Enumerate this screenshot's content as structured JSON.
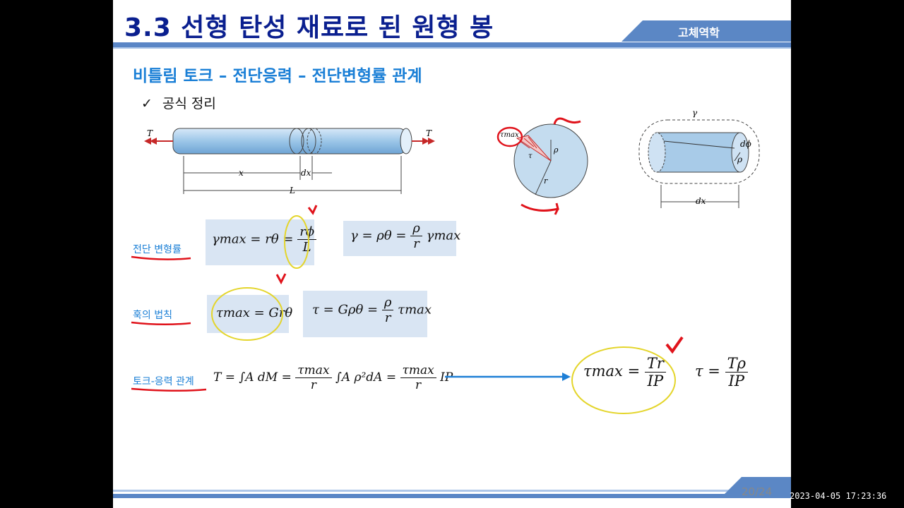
{
  "slide": {
    "title": "3.3 선형 탄성 재료로 된 원형 봉",
    "tag": "고체역학",
    "subtitle": "비틀림 토크 – 전단응력 – 전단변형률 관계",
    "bullet_check": "✓",
    "bullet": "공식 정리",
    "page": "20/24"
  },
  "figure_bar": {
    "T_left": "T",
    "T_right": "T",
    "x": "x",
    "dx": "dx",
    "L": "L"
  },
  "figure_section": {
    "tau_max": "τmax",
    "tau": "τ",
    "rho": "ρ",
    "r": "r"
  },
  "figure_element": {
    "gamma": "γ",
    "dphi": "dϕ",
    "rho": "ρ",
    "dx": "dx"
  },
  "rows": {
    "shear_strain": {
      "label": "전단 변형률",
      "eq1_lhs": "γmax = rθ =",
      "eq1_num": "rϕ",
      "eq1_den": "L",
      "eq2_lhs": "γ = ρθ =",
      "eq2_num": "ρ",
      "eq2_den": "r",
      "eq2_rhs": "γmax"
    },
    "hooke": {
      "label": "훅의 법칙",
      "eq1": "τmax = Grθ",
      "eq2_lhs": "τ = Gρθ =",
      "eq2_num": "ρ",
      "eq2_den": "r",
      "eq2_rhs": "τmax"
    },
    "torque": {
      "label": "토크-응력 관계",
      "eq_a": "T = ∫A dM =",
      "eq_num1": "τmax",
      "eq_den1": "r",
      "eq_b": "∫A ρ²dA =",
      "eq_num2": "τmax",
      "eq_den2": "r",
      "eq_c": "IP"
    }
  },
  "result": {
    "lhs1": "τmax =",
    "num1": "Tr",
    "den1": "IP",
    "lhs2": "τ =",
    "num2": "Tρ",
    "den2": "IP"
  },
  "timestamp": "2023-04-05  17:23:36",
  "colors": {
    "title": "#0a1f8f",
    "subtitle": "#1a7fd6",
    "accent_bar": "#5b87c5",
    "eq_box": "#d9e5f3",
    "annotation_red": "#e0131b",
    "annotation_yellow": "#e4d52b",
    "arrow": "#1e7fd6"
  }
}
